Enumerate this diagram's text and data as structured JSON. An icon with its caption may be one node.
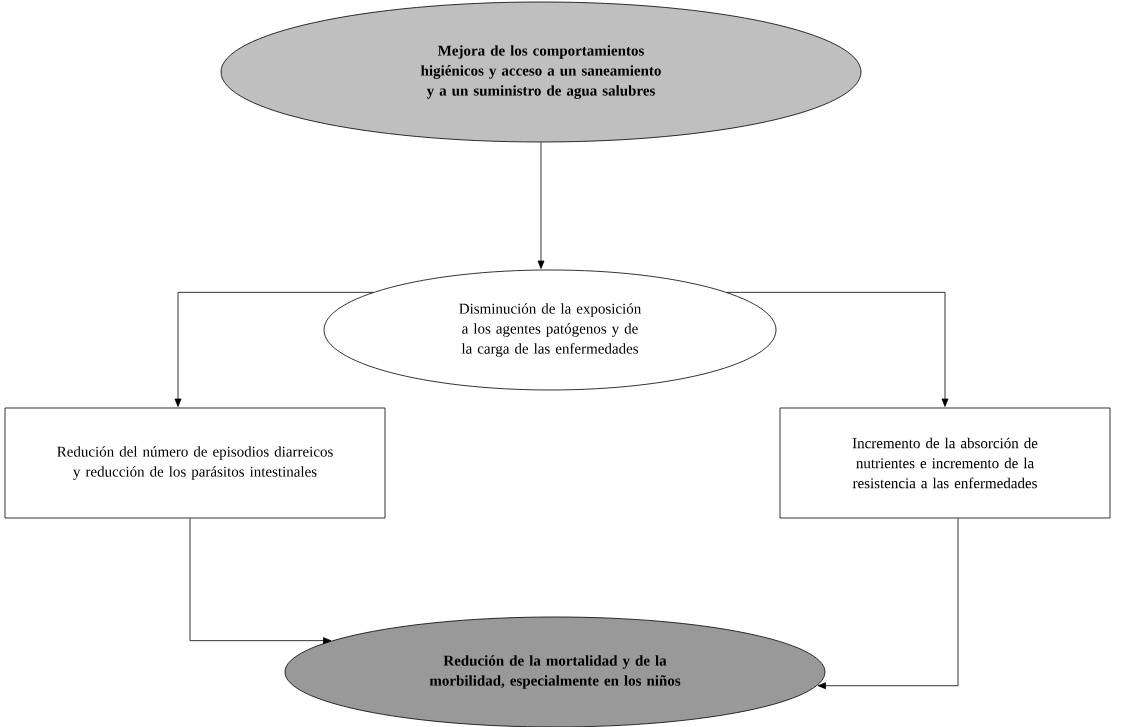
{
  "diagram": {
    "nodes": [
      {
        "text": [
          "Mejora de los comportamientos higiénicos y acceso a un saneamiento y a un suministro de agua salubres"
        ]
      },
      {
        "text": [
          "Disminución de la exposición a los agentes patógenos y de la carga de las enfermedades"
        ]
      },
      {
        "text": [
          "Redución del número de episodios diarreicos y reducción de los parásitos intestinales"
        ]
      },
      {
        "text": [
          "Incremento de la absorción de nutrientes e incremento de la resistencia a las enfermedades"
        ]
      },
      {
        "text": [
          "Redución de la mortalidad y de la morbilidad, especialmente en los niños"
        ]
      }
    ],
    "edges": [
      {
        "from": 0,
        "to": 1,
        "arrow": "to"
      },
      {
        "from": 1,
        "to": 2,
        "arrow": "to"
      },
      {
        "from": 1,
        "to": 3,
        "arrow": "to"
      },
      {
        "from": 2,
        "to": 4,
        "arrow": "to"
      },
      {
        "from": 3,
        "to": 4,
        "arrow": "to"
      }
    ]
  }
}
